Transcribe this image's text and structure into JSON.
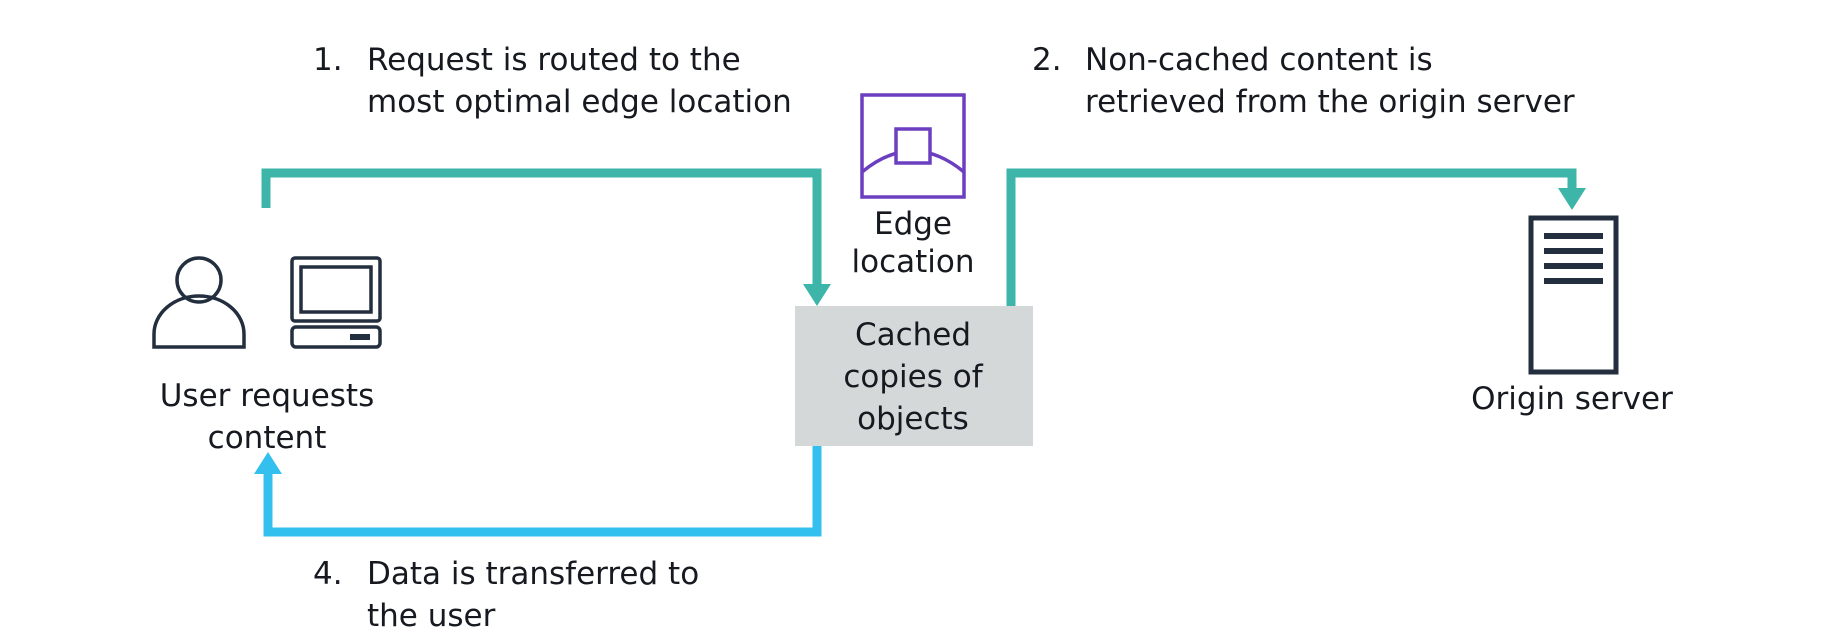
{
  "steps": {
    "step1": {
      "number": "1.",
      "line1": "Request is routed to the",
      "line2": "most optimal edge location"
    },
    "step2": {
      "number": "2.",
      "line1": "Non-cached content is",
      "line2": "retrieved from the origin server"
    },
    "step4": {
      "number": "4.",
      "line1": "Data is transferred to",
      "line2": "the user"
    }
  },
  "nodes": {
    "user": {
      "line1": "User requests",
      "line2": "content"
    },
    "edge": {
      "line1": "Edge",
      "line2": "location"
    },
    "cache": {
      "line1": "Cached",
      "line2": "copies of",
      "line3": "objects"
    },
    "origin": {
      "label": "Origin server"
    }
  },
  "colors": {
    "teal_arrow": "#3eb5a9",
    "blue_arrow": "#34c0ee",
    "edge_icon": "#6c3fc1",
    "cache_box": "#d5d8d9",
    "icon_stroke": "#232f3e",
    "text": "#16191f"
  }
}
